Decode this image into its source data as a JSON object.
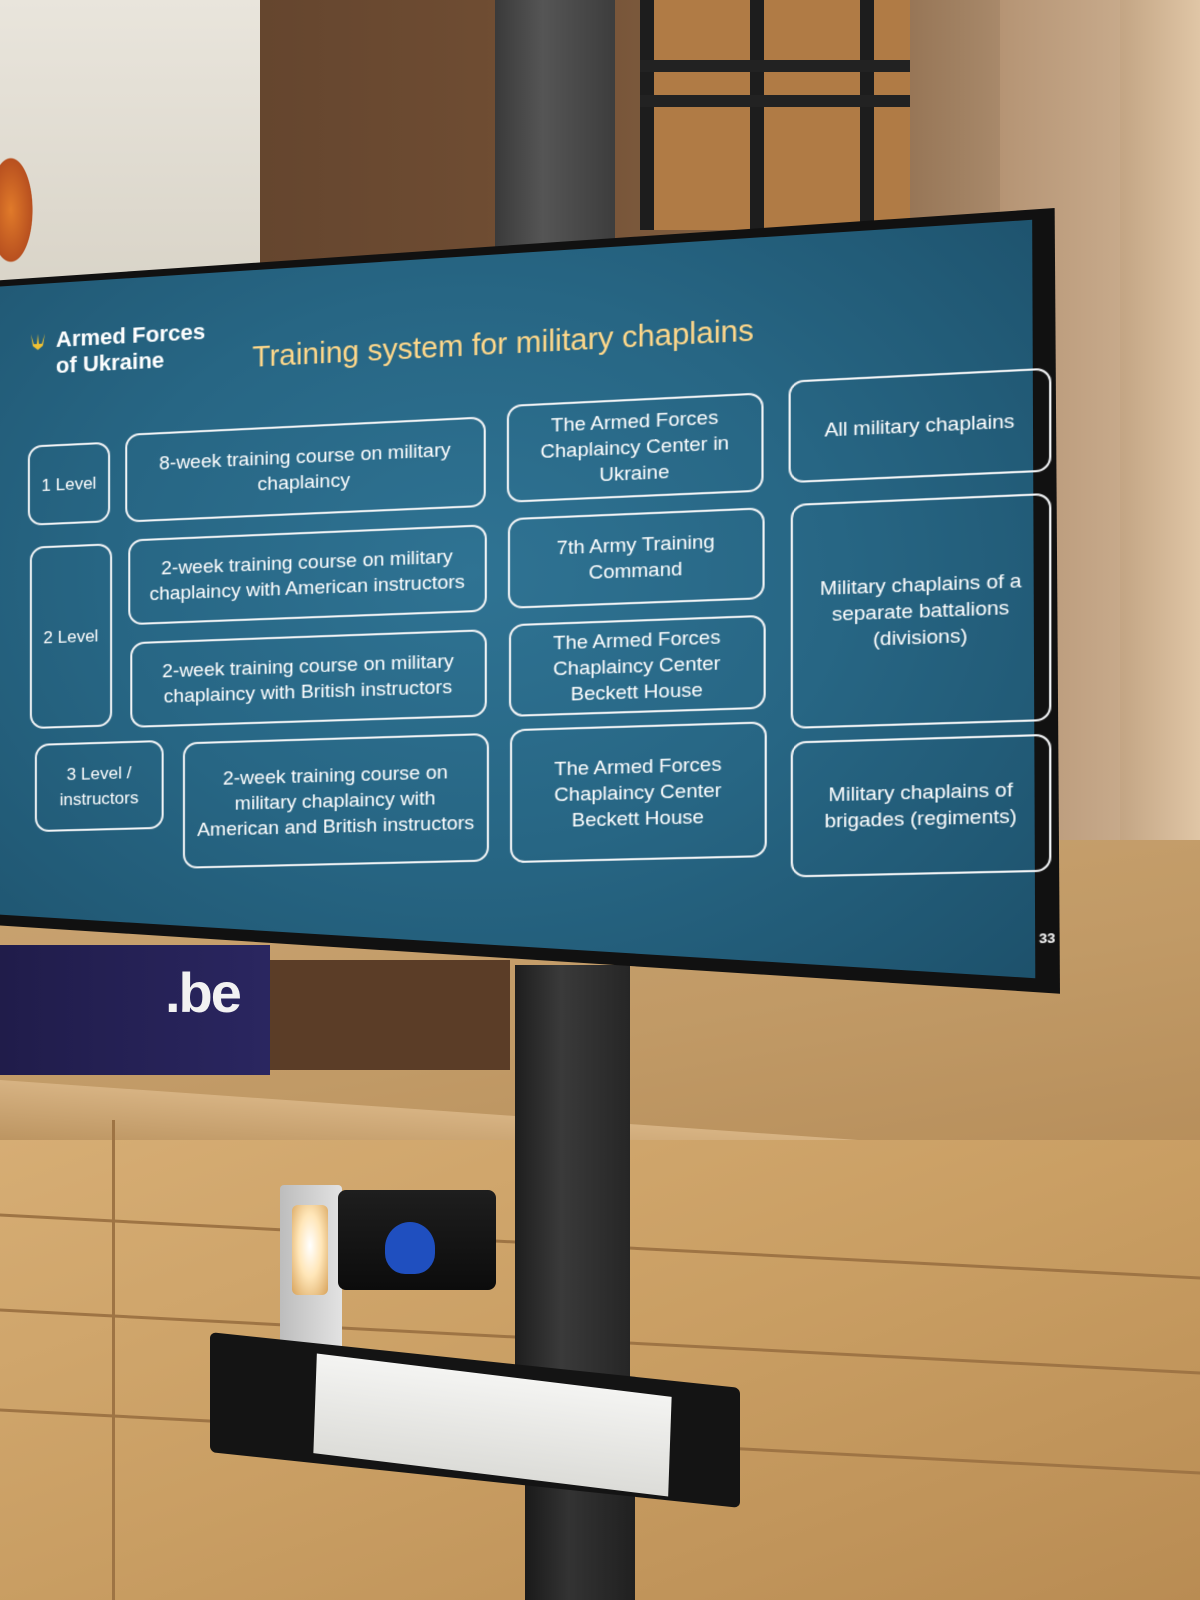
{
  "sign": {
    "text": ".be"
  },
  "slide": {
    "org_line1": "Armed Forces",
    "org_line2": "of Ukraine",
    "title": "Training system for military chaplains",
    "page_number": "33",
    "rows": [
      {
        "level": "1 Level",
        "course": "8-week training course on military chaplaincy",
        "center": "The Armed Forces Chaplaincy Center in Ukraine",
        "audience": "All military chaplains"
      },
      {
        "level": "2 Level",
        "course": "2-week training course on military chaplaincy with American instructors",
        "center": "7th Army Training Command",
        "audience": "Military chaplains of a separate battalions (divisions)"
      },
      {
        "course": "2-week training course on military chaplaincy with British instructors",
        "center": "The Armed Forces Chaplaincy Center Beckett House"
      },
      {
        "level": "3 Level / instructors",
        "course": "2-week training course on military chaplaincy with American and British instructors",
        "center": "The Armed Forces Chaplaincy Center Beckett House",
        "audience": "Military chaplains of brigades (regiments)"
      }
    ]
  },
  "colors": {
    "slide_bg": "#276684",
    "title_color": "#ffd88a",
    "box_border": "#f2f4f6"
  }
}
